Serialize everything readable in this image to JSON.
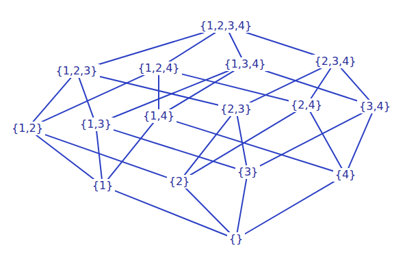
{
  "diagram": {
    "nodes": [
      {
        "text": [
          "{1,2,3,4}"
        ]
      },
      {
        "text": [
          "{1,2,3}"
        ]
      },
      {
        "text": [
          "{1,2,4}"
        ]
      },
      {
        "text": [
          "{1,3,4}"
        ]
      },
      {
        "text": [
          "{2,3,4}"
        ]
      },
      {
        "text": [
          "{1,2}"
        ]
      },
      {
        "text": [
          "{1,3}"
        ]
      },
      {
        "text": [
          "{1,4}"
        ]
      },
      {
        "text": [
          "{2,3}"
        ]
      },
      {
        "text": [
          "{2,4}"
        ]
      },
      {
        "text": [
          "{3,4}"
        ]
      },
      {
        "text": [
          "{1}"
        ]
      },
      {
        "text": [
          "{2}"
        ]
      },
      {
        "text": [
          "{3}"
        ]
      },
      {
        "text": [
          "{4}"
        ]
      },
      {
        "text": [
          "{}"
        ]
      }
    ],
    "edges": [
      {
        "from": 0,
        "to": 1,
        "arrow": "none"
      },
      {
        "from": 0,
        "to": 2,
        "arrow": "none"
      },
      {
        "from": 0,
        "to": 3,
        "arrow": "none"
      },
      {
        "from": 0,
        "to": 4,
        "arrow": "none"
      },
      {
        "from": 1,
        "to": 5,
        "arrow": "none"
      },
      {
        "from": 1,
        "to": 6,
        "arrow": "none"
      },
      {
        "from": 1,
        "to": 8,
        "arrow": "none"
      },
      {
        "from": 2,
        "to": 5,
        "arrow": "none"
      },
      {
        "from": 2,
        "to": 7,
        "arrow": "none"
      },
      {
        "from": 2,
        "to": 9,
        "arrow": "none"
      },
      {
        "from": 3,
        "to": 6,
        "arrow": "none"
      },
      {
        "from": 3,
        "to": 7,
        "arrow": "none"
      },
      {
        "from": 3,
        "to": 10,
        "arrow": "none"
      },
      {
        "from": 4,
        "to": 8,
        "arrow": "none"
      },
      {
        "from": 4,
        "to": 9,
        "arrow": "none"
      },
      {
        "from": 4,
        "to": 10,
        "arrow": "none"
      },
      {
        "from": 5,
        "to": 11,
        "arrow": "none"
      },
      {
        "from": 5,
        "to": 12,
        "arrow": "none"
      },
      {
        "from": 6,
        "to": 11,
        "arrow": "none"
      },
      {
        "from": 6,
        "to": 13,
        "arrow": "none"
      },
      {
        "from": 7,
        "to": 11,
        "arrow": "none"
      },
      {
        "from": 7,
        "to": 14,
        "arrow": "none"
      },
      {
        "from": 8,
        "to": 12,
        "arrow": "none"
      },
      {
        "from": 8,
        "to": 13,
        "arrow": "none"
      },
      {
        "from": 9,
        "to": 12,
        "arrow": "none"
      },
      {
        "from": 9,
        "to": 14,
        "arrow": "none"
      },
      {
        "from": 10,
        "to": 13,
        "arrow": "none"
      },
      {
        "from": 10,
        "to": 14,
        "arrow": "none"
      },
      {
        "from": 11,
        "to": 15,
        "arrow": "none"
      },
      {
        "from": 12,
        "to": 15,
        "arrow": "none"
      },
      {
        "from": 13,
        "to": 15,
        "arrow": "none"
      },
      {
        "from": 14,
        "to": 15,
        "arrow": "none"
      }
    ]
  }
}
